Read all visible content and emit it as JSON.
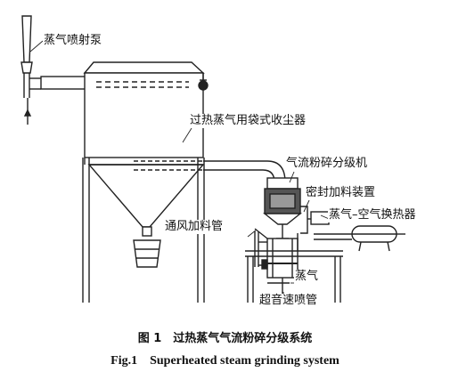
{
  "labels": {
    "steam_ejector": "蒸气喷射泵",
    "bag_collector": "过热蒸气用袋式收尘器",
    "jet_mill": "气流粉碎分级机",
    "sealed_feeder": "密封加料装置",
    "heat_exchanger": "蒸气–空气换热器",
    "vent_feed_pipe": "通风加料管",
    "steam": "蒸气",
    "supersonic_nozzle": "超音速喷管"
  },
  "caption": {
    "cn": "图 1　过热蒸气气流粉碎分级系统",
    "en": "Fig.1　Superheated steam grinding system"
  }
}
